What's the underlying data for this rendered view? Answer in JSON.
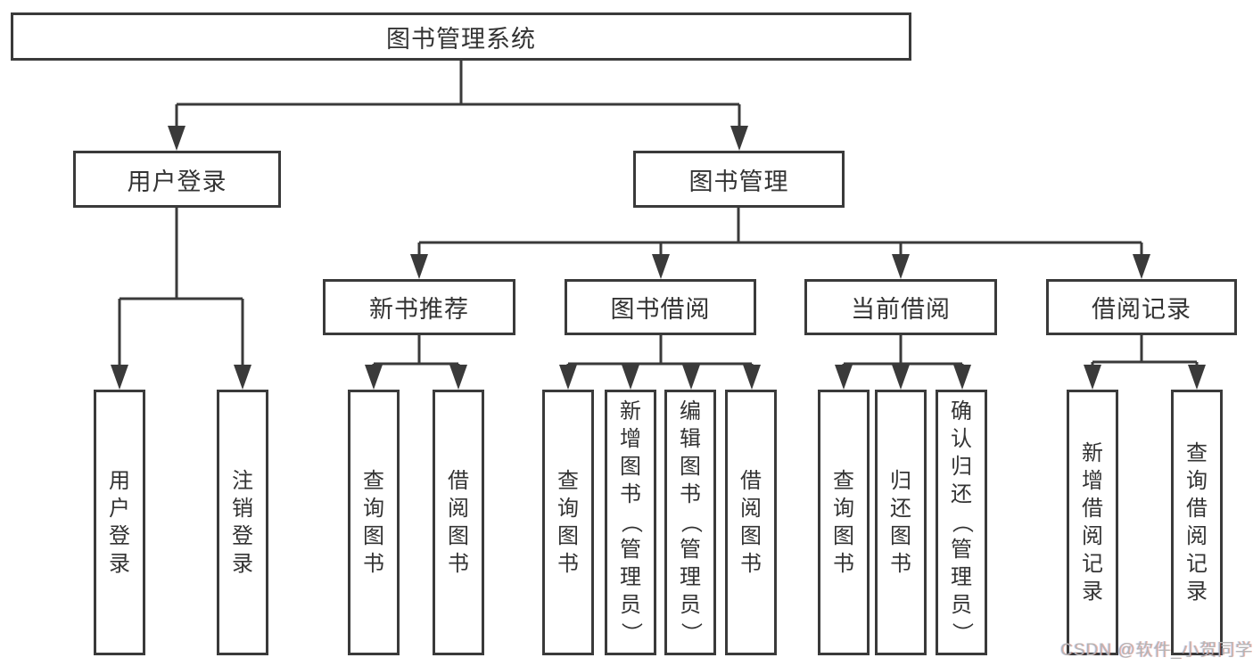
{
  "colors": {
    "line": "#3a3a3a",
    "text": "#333333",
    "box_background": "#ffffff",
    "watermark": "#b5b5b5"
  },
  "diagram": {
    "root": {
      "label": "图书管理系统"
    },
    "level2": [
      {
        "label": "用户登录",
        "parent": "图书管理系统"
      },
      {
        "label": "图书管理",
        "parent": "图书管理系统"
      }
    ],
    "level3": [
      {
        "label": "新书推荐",
        "parent": "图书管理"
      },
      {
        "label": "图书借阅",
        "parent": "图书管理"
      },
      {
        "label": "当前借阅",
        "parent": "图书管理"
      },
      {
        "label": "借阅记录",
        "parent": "图书管理"
      }
    ],
    "leaves": [
      {
        "label": "用户登录",
        "parent": "用户登录"
      },
      {
        "label": "注销登录",
        "parent": "用户登录"
      },
      {
        "label": "查询图书",
        "parent": "新书推荐"
      },
      {
        "label": "借阅图书",
        "parent": "新书推荐"
      },
      {
        "label": "查询图书",
        "parent": "图书借阅"
      },
      {
        "label": "新增图书（管理员）",
        "parent": "图书借阅"
      },
      {
        "label": "编辑图书（管理员）",
        "parent": "图书借阅"
      },
      {
        "label": "借阅图书",
        "parent": "图书借阅"
      },
      {
        "label": "查询图书",
        "parent": "当前借阅"
      },
      {
        "label": "归还图书",
        "parent": "当前借阅"
      },
      {
        "label": "确认归还（管理员）",
        "parent": "当前借阅"
      },
      {
        "label": "新增借阅记录",
        "parent": "借阅记录"
      },
      {
        "label": "查询借阅记录",
        "parent": "借阅记录"
      }
    ]
  },
  "watermark": {
    "text": "CSDN @软件_小贺同学"
  }
}
